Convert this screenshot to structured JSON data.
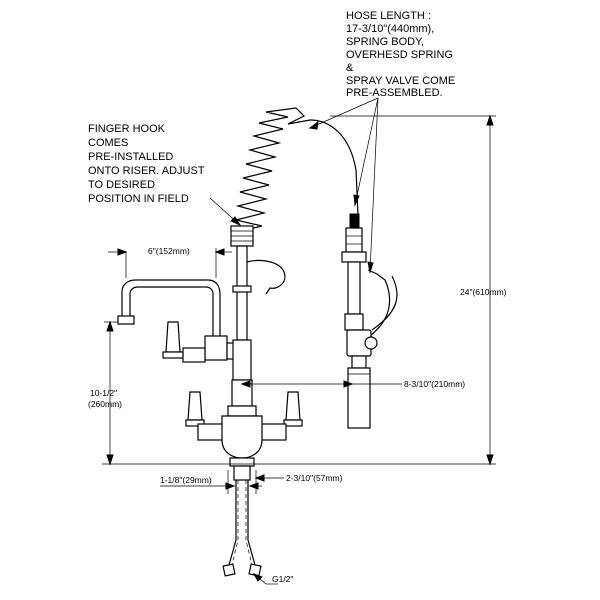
{
  "annotations": {
    "hose_length": [
      "HOSE LENGTH :",
      "17-3/10\"(440mm),",
      "SPRING BODY,",
      "OVERHESD SPRING",
      "&",
      "SPRAY VALVE COME",
      "PRE-ASSEMBLED."
    ],
    "finger_hook": [
      "FINGER HOOK",
      "COMES",
      "PRE-INSTALLED",
      "ONTO RISER. ADJUST",
      "TO DESIRED",
      "POSITION IN FIELD"
    ]
  },
  "dimensions": {
    "spout_reach": "6\"(152mm)",
    "overall_height": "24\"(610mm)",
    "valve_offset": "8-3/10\"(210mm)",
    "spout_height": [
      "10-1/2\"",
      "(260mm)"
    ],
    "shank_width": "1-1/8\"(29mm)",
    "shank_center": "2-3/10\"(57mm)",
    "inlet_thread": "G1/2\""
  }
}
